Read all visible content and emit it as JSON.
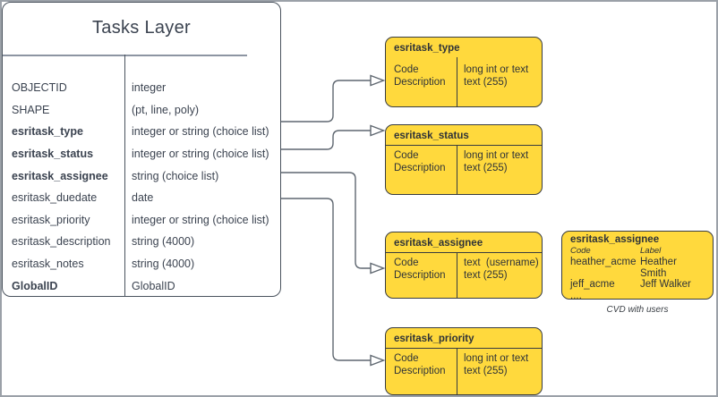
{
  "diagram": {
    "main_table": {
      "title": "Tasks Layer",
      "rows": [
        {
          "field": "OBJECTID",
          "type": "integer",
          "bold": false
        },
        {
          "field": "SHAPE",
          "type": "(pt, line, poly)",
          "bold": false
        },
        {
          "field": "esritask_type",
          "type": "integer or string (choice list)",
          "bold": true
        },
        {
          "field": "esritask_status",
          "type": "integer or string (choice list)",
          "bold": true
        },
        {
          "field": "esritask_assignee",
          "type": "string (choice list)",
          "bold": true
        },
        {
          "field": "esritask_duedate",
          "type": "date",
          "bold": false
        },
        {
          "field": "esritask_priority",
          "type": "integer or string (choice list)",
          "bold": false
        },
        {
          "field": "esritask_description",
          "type": "string (4000)",
          "bold": false
        },
        {
          "field": "esritask_notes",
          "type": "string (4000)",
          "bold": false
        },
        {
          "field": "GlobalID",
          "type": "GlobalID",
          "bold": true
        }
      ]
    },
    "domain_boxes": [
      {
        "title": "esritask_type",
        "col1": [
          "Code",
          "Description"
        ],
        "col2": [
          "long int or text",
          "text (255)"
        ]
      },
      {
        "title": "esritask_status",
        "col1": [
          "Code",
          "Description"
        ],
        "col2": [
          "long int or text",
          "text (255)"
        ]
      },
      {
        "title": "esritask_assignee",
        "col1": [
          "Code",
          "Description"
        ],
        "col2": [
          "text  (username)",
          "text (255)"
        ]
      },
      {
        "title": "esritask_priority",
        "col1": [
          "Code",
          "Description"
        ],
        "col2": [
          "long int or text",
          "text (255)"
        ]
      }
    ],
    "cvd_box": {
      "title": "esritask_assignee",
      "headers": [
        "Code",
        "Label"
      ],
      "rows": [
        {
          "code": "heather_acme",
          "label": "Heather Smith"
        },
        {
          "code": "jeff_acme",
          "label": "Jeff Walker"
        }
      ],
      "more": "....",
      "caption": "CVD with users"
    },
    "connections": [
      {
        "from": "esritask_type",
        "to": "esritask_type"
      },
      {
        "from": "esritask_status",
        "to": "esritask_status"
      },
      {
        "from": "esritask_assignee",
        "to": "esritask_assignee"
      },
      {
        "from": "esritask_priority",
        "to": "esritask_priority"
      }
    ],
    "colors": {
      "box_fill": "#FFD93D",
      "box_border": "#383C40",
      "table_border": "#4A535E",
      "title_underline": "#8D95A2",
      "connector": "#5F6770",
      "text_dark": "#3B4350",
      "frame": "#9BA1A8"
    }
  }
}
